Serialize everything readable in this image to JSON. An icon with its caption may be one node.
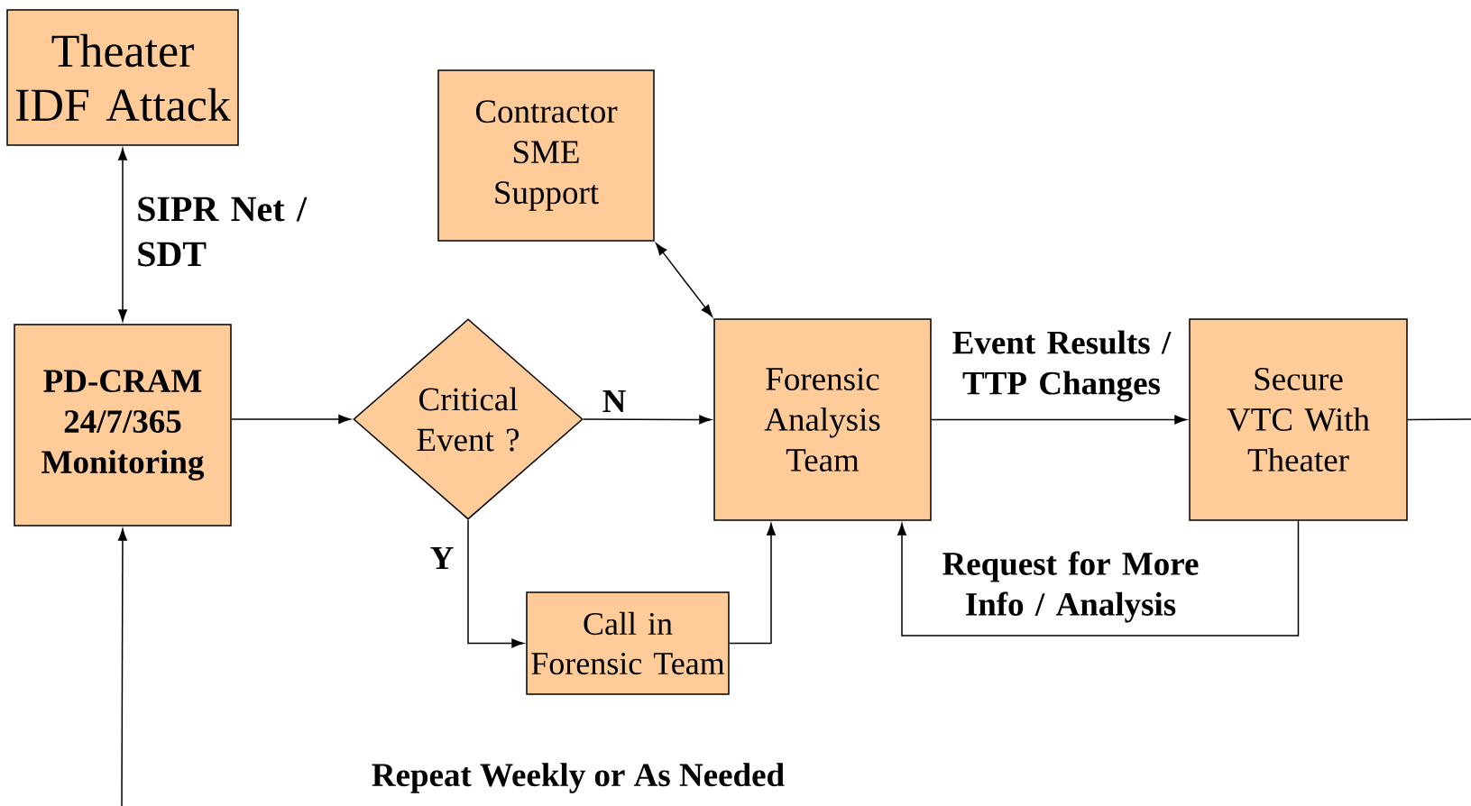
{
  "diagram": {
    "nodes": [
      {
        "text": [
          "Theater IDF Attack"
        ]
      },
      {
        "text": [
          "Contractor SME Support"
        ]
      },
      {
        "text": [
          "PD-CRAM 24/7/365 Monitoring"
        ]
      },
      {
        "text": [
          "Critical Event ?"
        ]
      },
      {
        "text": [
          "Forensic Analysis Team"
        ]
      },
      {
        "text": [
          "Secure VTC With Theater"
        ]
      },
      {
        "text": [
          "Call in Forensic Team"
        ]
      }
    ],
    "edges": [
      {
        "from": 0,
        "to": 2,
        "arrow": "both",
        "label": "SIPR Net / SDT"
      },
      {
        "from": 2,
        "to": 3,
        "arrow": "to"
      },
      {
        "from": 3,
        "to": 4,
        "arrow": "to",
        "label": "N"
      },
      {
        "from": 3,
        "to": 6,
        "arrow": "to",
        "label": "Y"
      },
      {
        "from": 6,
        "to": 4,
        "arrow": "to"
      },
      {
        "from": 1,
        "to": 4,
        "arrow": "both"
      },
      {
        "from": 4,
        "to": 5,
        "arrow": "to",
        "label": "Event Results / TTP Changes"
      },
      {
        "from": 5,
        "to": 4,
        "arrow": "to",
        "label": "Request for More Info / Analysis"
      },
      {
        "from": 5,
        "to": null,
        "arrow": "none"
      },
      {
        "from": null,
        "to": 2,
        "arrow": "to"
      }
    ],
    "labels": [
      "Repeat Weekly or As Needed"
    ]
  }
}
